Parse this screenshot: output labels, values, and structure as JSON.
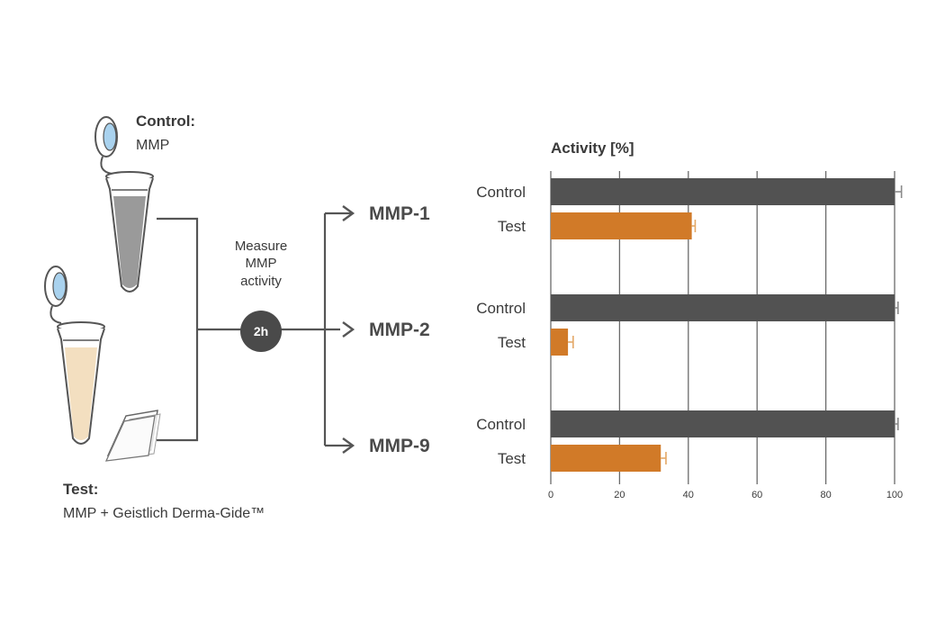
{
  "diagram": {
    "control_title": "Control:",
    "control_desc": "MMP",
    "test_title": "Test:",
    "test_desc": "MMP + Geistlich Derma-Gide™",
    "measure_lines": [
      "Measure",
      "MMP",
      "activity"
    ],
    "timer": "2h",
    "targets": [
      "MMP-1",
      "MMP-2",
      "MMP-9"
    ]
  },
  "colors": {
    "control": "#525252",
    "test": "#d17a28",
    "error_control": "#8a8a8a",
    "error_test": "#e3a867",
    "grid": "#6a6a6a",
    "line": "#555555",
    "tube_control_fill": "#9a9a9a",
    "tube_test_fill": "#f3dfc0",
    "cap_blue": "#a9d2ee"
  },
  "chart_data": {
    "type": "bar",
    "orientation": "horizontal",
    "title": "Activity [%]",
    "xlabel": "",
    "ylabel": "",
    "xlim": [
      0,
      100
    ],
    "xticks": [
      0,
      20,
      40,
      60,
      80,
      100
    ],
    "grid": true,
    "groups": [
      "MMP-1",
      "MMP-2",
      "MMP-9"
    ],
    "categories": [
      "Control",
      "Test"
    ],
    "series": [
      {
        "name": "Control",
        "values": [
          100,
          100,
          100
        ],
        "errors": [
          2,
          1,
          1
        ]
      },
      {
        "name": "Test",
        "values": [
          41,
          5,
          32
        ],
        "errors": [
          1,
          1.5,
          1.5
        ]
      }
    ]
  }
}
